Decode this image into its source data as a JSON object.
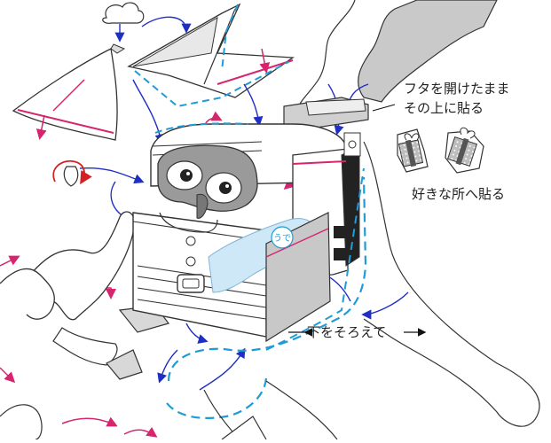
{
  "labels": {
    "lid_open_line1": "フタを開けたまま",
    "lid_open_line2": "その上に貼る",
    "stick_anywhere": "好きな所へ貼る",
    "align_bottom": "下をそろえて",
    "arm_mark": "うで"
  },
  "colors": {
    "fold_line_magenta": "#d6246e",
    "dashed_outline_cyan": "#1f9bd6",
    "flow_arrow_blue": "#1f2fc4",
    "turn_arrow_red": "#d32020",
    "arm_fill_light_blue": "#cfe8f7",
    "gray_part": "#c8c8c8"
  }
}
